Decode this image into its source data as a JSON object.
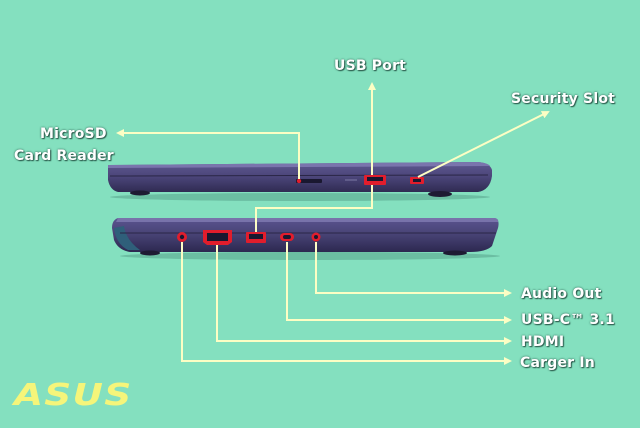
{
  "colors": {
    "background": "#84e0bf",
    "laptop_body": "#4b4579",
    "laptop_edge": "#2f5f7a",
    "leader_line": "#fdfec4",
    "port_highlight": "#e11d2c",
    "label_text": "#ffffff",
    "logo": "#f5f57a"
  },
  "labels": {
    "usb_port": "USB Port",
    "security_slot": "Security Slot",
    "microsd_line1": "MicroSD",
    "microsd_line2": "Card Reader",
    "audio_out": "Audio Out",
    "usb_c": "USB-C™ 3.1",
    "hdmi": "HDMI",
    "charger_in": "Carger In"
  },
  "logo": {
    "text": "ASUS",
    "icon": "asus-logo"
  }
}
